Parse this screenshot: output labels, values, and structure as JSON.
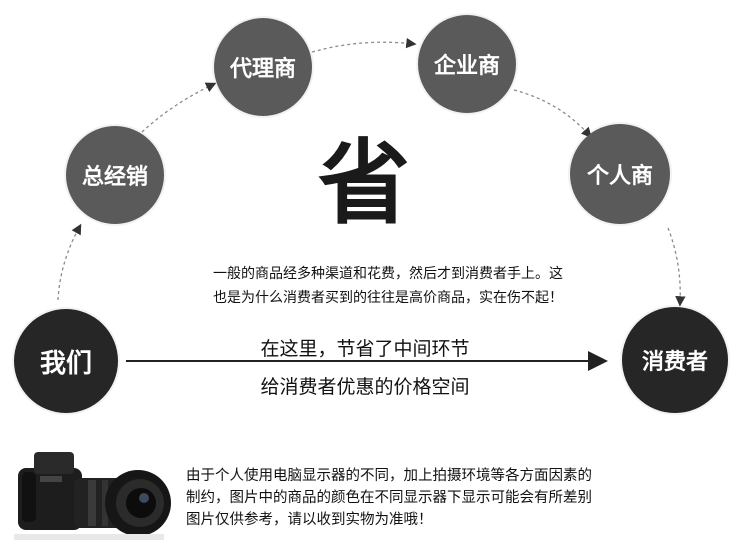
{
  "nodes": {
    "agent": "代理商",
    "enterprise": "企业商",
    "distributor": "总经销",
    "individual": "个人商",
    "us": "我们",
    "consumer": "消费者"
  },
  "center_char": "省",
  "description": {
    "line1": "一般的商品经多种渠道和花费，然后才到消费者手上。这",
    "line2": "也是为什么消费者买到的往往是高价商品，实在伤不起！"
  },
  "middle": {
    "line1": "在这里，节省了中间环节",
    "line2": "给消费者优惠的价格空间"
  },
  "note": {
    "line1": "由于个人使用电脑显示器的不同，加上拍摄环境等各方面因素的",
    "line2": "制约，图片中的商品的颜色在不同显示器下显示可能会有所差别",
    "line3": "图片仅供参考，请以收到实物为准哦！"
  },
  "colors": {
    "node_gray": "#5a5a5a",
    "node_dark": "#262626",
    "dashed_arrow": "#8a8a8a",
    "solid_arrow": "#222222"
  }
}
